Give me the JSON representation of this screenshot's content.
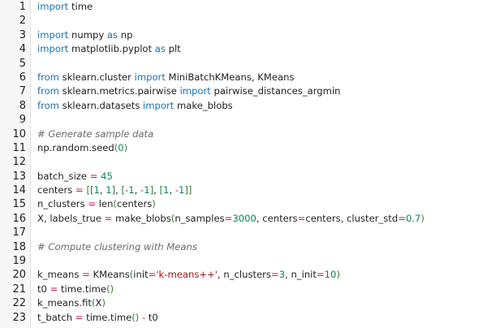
{
  "editor": {
    "colors": {
      "keyword": "#1a73b8",
      "number": "#098658",
      "string": "#a31515",
      "operator": "#c2185b",
      "comment": "#6a6a6a",
      "bracket": "#2e7d32",
      "text": "#1f1f1f",
      "gutter_bg": "#f7f7f7"
    },
    "lines": [
      {
        "n": "1",
        "tokens": [
          [
            "kw",
            "import"
          ],
          [
            "t",
            " time"
          ]
        ]
      },
      {
        "n": "2",
        "tokens": []
      },
      {
        "n": "3",
        "tokens": [
          [
            "kw",
            "import"
          ],
          [
            "t",
            " numpy "
          ],
          [
            "kw",
            "as"
          ],
          [
            "t",
            " np"
          ]
        ]
      },
      {
        "n": "4",
        "tokens": [
          [
            "kw",
            "import"
          ],
          [
            "t",
            " matplotlib.pyplot "
          ],
          [
            "kw",
            "as"
          ],
          [
            "t",
            " plt"
          ]
        ]
      },
      {
        "n": "5",
        "tokens": []
      },
      {
        "n": "6",
        "tokens": [
          [
            "kw",
            "from"
          ],
          [
            "t",
            " sklearn.cluster "
          ],
          [
            "kw",
            "import"
          ],
          [
            "t",
            " MiniBatchKMeans, KMeans"
          ]
        ]
      },
      {
        "n": "7",
        "tokens": [
          [
            "kw",
            "from"
          ],
          [
            "t",
            " sklearn.metrics.pairwise "
          ],
          [
            "kw",
            "import"
          ],
          [
            "t",
            " pairwise_distances_argmin"
          ]
        ]
      },
      {
        "n": "8",
        "tokens": [
          [
            "kw",
            "from"
          ],
          [
            "t",
            " sklearn.datasets "
          ],
          [
            "kw",
            "import"
          ],
          [
            "t",
            " make_blobs"
          ]
        ]
      },
      {
        "n": "9",
        "tokens": []
      },
      {
        "n": "10",
        "tokens": [
          [
            "cm",
            "# Generate sample data"
          ]
        ]
      },
      {
        "n": "11",
        "tokens": [
          [
            "t",
            "np.random.seed"
          ],
          [
            "br",
            "("
          ],
          [
            "num",
            "0"
          ],
          [
            "br",
            ")"
          ]
        ]
      },
      {
        "n": "12",
        "tokens": []
      },
      {
        "n": "13",
        "tokens": [
          [
            "t",
            "batch_size "
          ],
          [
            "op",
            "="
          ],
          [
            "t",
            " "
          ],
          [
            "num",
            "45"
          ]
        ]
      },
      {
        "n": "14",
        "tokens": [
          [
            "t",
            "centers "
          ],
          [
            "op",
            "="
          ],
          [
            "t",
            " "
          ],
          [
            "br",
            "[["
          ],
          [
            "num",
            "1"
          ],
          [
            "t",
            ", "
          ],
          [
            "num",
            "1"
          ],
          [
            "br",
            "]"
          ],
          [
            "t",
            ", "
          ],
          [
            "br",
            "["
          ],
          [
            "op",
            "-"
          ],
          [
            "num",
            "1"
          ],
          [
            "t",
            ", "
          ],
          [
            "op",
            "-"
          ],
          [
            "num",
            "1"
          ],
          [
            "br",
            "]"
          ],
          [
            "t",
            ", "
          ],
          [
            "br",
            "["
          ],
          [
            "num",
            "1"
          ],
          [
            "t",
            ", "
          ],
          [
            "op",
            "-"
          ],
          [
            "num",
            "1"
          ],
          [
            "br",
            "]]"
          ]
        ]
      },
      {
        "n": "15",
        "tokens": [
          [
            "t",
            "n_clusters "
          ],
          [
            "op",
            "="
          ],
          [
            "t",
            " len"
          ],
          [
            "br",
            "("
          ],
          [
            "t",
            "centers"
          ],
          [
            "br",
            ")"
          ]
        ]
      },
      {
        "n": "16",
        "tokens": [
          [
            "t",
            "X, labels_true "
          ],
          [
            "op",
            "="
          ],
          [
            "t",
            " make_blobs"
          ],
          [
            "br",
            "("
          ],
          [
            "t",
            "n_samples"
          ],
          [
            "op",
            "="
          ],
          [
            "num",
            "3000"
          ],
          [
            "t",
            ", centers"
          ],
          [
            "op",
            "="
          ],
          [
            "t",
            "centers, cluster_std"
          ],
          [
            "op",
            "="
          ],
          [
            "num",
            "0.7"
          ],
          [
            "br",
            ")"
          ]
        ]
      },
      {
        "n": "17",
        "tokens": []
      },
      {
        "n": "18",
        "tokens": [
          [
            "cm",
            "# Compute clustering with Means"
          ]
        ]
      },
      {
        "n": "19",
        "tokens": []
      },
      {
        "n": "20",
        "tokens": [
          [
            "t",
            "k_means "
          ],
          [
            "op",
            "="
          ],
          [
            "t",
            " KMeans"
          ],
          [
            "br",
            "("
          ],
          [
            "t",
            "init"
          ],
          [
            "op",
            "="
          ],
          [
            "str",
            "'k-means++'"
          ],
          [
            "t",
            ", n_clusters"
          ],
          [
            "op",
            "="
          ],
          [
            "num",
            "3"
          ],
          [
            "t",
            ", n_init"
          ],
          [
            "op",
            "="
          ],
          [
            "num",
            "10"
          ],
          [
            "br",
            ")"
          ]
        ]
      },
      {
        "n": "21",
        "tokens": [
          [
            "t",
            "t0 "
          ],
          [
            "op",
            "="
          ],
          [
            "t",
            " time.time"
          ],
          [
            "br",
            "()"
          ]
        ]
      },
      {
        "n": "22",
        "tokens": [
          [
            "t",
            "k_means.fit"
          ],
          [
            "br",
            "("
          ],
          [
            "t",
            "X"
          ],
          [
            "br",
            ")"
          ]
        ]
      },
      {
        "n": "23",
        "tokens": [
          [
            "t",
            "t_batch "
          ],
          [
            "op",
            "="
          ],
          [
            "t",
            " time.time"
          ],
          [
            "br",
            "()"
          ],
          [
            "t",
            " "
          ],
          [
            "op",
            "-"
          ],
          [
            "t",
            " t0"
          ]
        ]
      }
    ]
  }
}
